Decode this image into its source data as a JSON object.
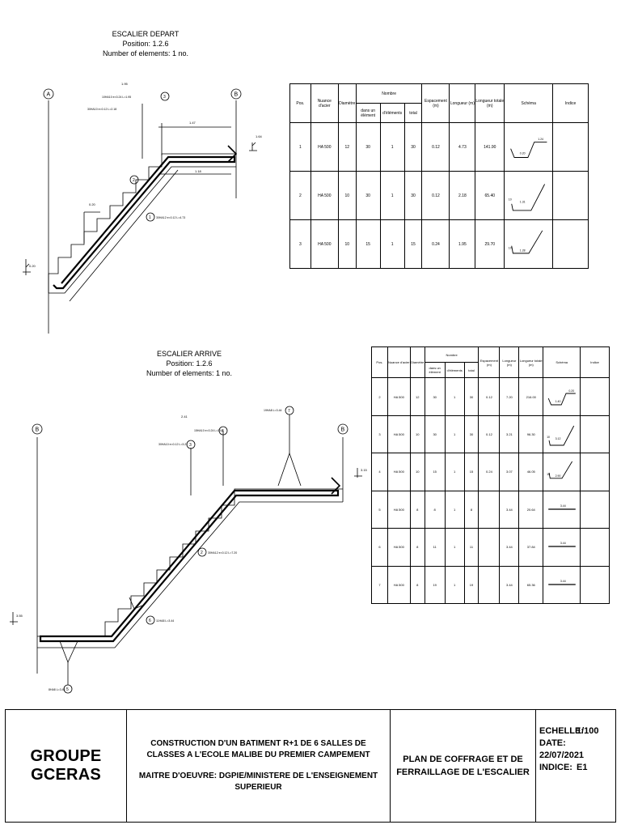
{
  "depart": {
    "title": "ESCALIER DEPART",
    "position": "Position: 1.2.6",
    "elements": "Number of elements: 1 no.",
    "axis_left": "A",
    "axis_right": "B",
    "markers": [
      "1",
      "2",
      "3"
    ],
    "dims": {
      "top_bar": "1.95",
      "span": "1.47",
      "span2": "1.18",
      "step": "0.20",
      "level_top": "1.64",
      "level_bottom": "0.20"
    },
    "labels": {
      "l3": "10HA10 e=0.24 L=1.95",
      "l2": "30HA10 e=0.12 L=2.18",
      "l1": "30HA12 e=0.12 L=4.73"
    }
  },
  "arrive": {
    "title": "ESCALIER ARRIVE",
    "position": "Position: 1.2.6",
    "elements": "Number of elements: 1 no.",
    "axis_left": "B",
    "axis_right": "B",
    "markers": [
      "2",
      "3",
      "4",
      "5",
      "6",
      "7"
    ],
    "dims": {
      "top_bar": "2.41",
      "level_top": "3.15",
      "level_bottom": "3.55"
    },
    "labels": {
      "l7": "19HA8 L=3.44",
      "l4": "15HA10 e=0.24 L=3.07",
      "l3": "30HA10 e=0.12 L=3.21",
      "l2": "30HA12 e=0.12 L=7.20",
      "l6": "11HA8 L=3.44",
      "l5": "8HA8 L=3.44"
    }
  },
  "table_headers": {
    "pos": "Pos.",
    "nuance": "Nuance d'acier",
    "diametre": "Diamètre",
    "nombre": "Nombre",
    "dans": "dans un élément",
    "elements": "d'éléments",
    "total": "total",
    "espacement": "Espacement (m)",
    "longueur": "Longueur (m)",
    "longueur_totale": "Longueur totale (m)",
    "schema": "Schéma",
    "indice": "Indice"
  },
  "table1": [
    {
      "pos": "1",
      "nuance": "HA 500",
      "diam": "12",
      "dans": "30",
      "elem": "1",
      "total": "30",
      "esp": "0.12",
      "long": "4.73",
      "ltot": "141.90",
      "schema": "zig",
      "s1": "0.20",
      "s2": "1.24"
    },
    {
      "pos": "2",
      "nuance": "HA 500",
      "diam": "10",
      "dans": "30",
      "elem": "1",
      "total": "30",
      "esp": "0.12",
      "long": "2.18",
      "ltot": "65.40",
      "schema": "L",
      "s1": "1.31",
      "s2": "10"
    },
    {
      "pos": "3",
      "nuance": "HA 500",
      "diam": "10",
      "dans": "15",
      "elem": "1",
      "total": "15",
      "esp": "0.24",
      "long": "1.95",
      "ltot": "29.70",
      "schema": "L2",
      "s1": "1.28",
      "s2": "10"
    }
  ],
  "table2": [
    {
      "pos": "2",
      "nuance": "HA 500",
      "diam": "12",
      "dans": "30",
      "elem": "1",
      "total": "30",
      "esp": "0.12",
      "long": "7.20",
      "ltot": "216.00",
      "schema": "zig",
      "s1": "1.40",
      "s2": "0.20"
    },
    {
      "pos": "3",
      "nuance": "HA 500",
      "diam": "10",
      "dans": "30",
      "elem": "1",
      "total": "30",
      "esp": "0.12",
      "long": "3.21",
      "ltot": "96.30",
      "schema": "L",
      "s1": "3.12",
      "s2": "10"
    },
    {
      "pos": "4",
      "nuance": "HA 500",
      "diam": "10",
      "dans": "15",
      "elem": "1",
      "total": "15",
      "esp": "0.24",
      "long": "3.07",
      "ltot": "46.05",
      "schema": "L2",
      "s1": "2.90",
      "s2": "10"
    },
    {
      "pos": "5",
      "nuance": "HA 500",
      "diam": "8",
      "dans": "8",
      "elem": "1",
      "total": "8",
      "esp": "",
      "long": "3.44",
      "ltot": "20.64",
      "schema": "bar",
      "s1": "3.44",
      "s2": ""
    },
    {
      "pos": "6",
      "nuance": "HA 500",
      "diam": "8",
      "dans": "11",
      "elem": "1",
      "total": "11",
      "esp": "",
      "long": "3.44",
      "ltot": "37.84",
      "schema": "bar",
      "s1": "3.44",
      "s2": ""
    },
    {
      "pos": "7",
      "nuance": "HA 500",
      "diam": "8",
      "dans": "19",
      "elem": "1",
      "total": "19",
      "esp": "",
      "long": "3.44",
      "ltot": "65.36",
      "schema": "bar",
      "s1": "3.44",
      "s2": ""
    }
  ],
  "cartouche": {
    "company": "GROUPE GCERAS",
    "project_line1": "CONSTRUCTION D'UN BATIMENT R+1 DE 6 SALLES DE",
    "project_line2": "CLASSES A L'ECOLE MALIBE DU PREMIER CAMPEMENT",
    "maitre": "MAITRE D'OEUVRE: DGPIE/MINISTERE DE L'ENSEIGNEMENT SUPERIEUR",
    "plan_line1": "PLAN DE COFFRAGE ET DE",
    "plan_line2": "FERRAILLAGE DE L'ESCALIER",
    "echelle_label": "ECHELLE:",
    "echelle_value": "1/100",
    "date_label": "DATE:",
    "date_value": "22/07/2021",
    "indice_label": "INDICE:",
    "indice_value": "E1"
  }
}
